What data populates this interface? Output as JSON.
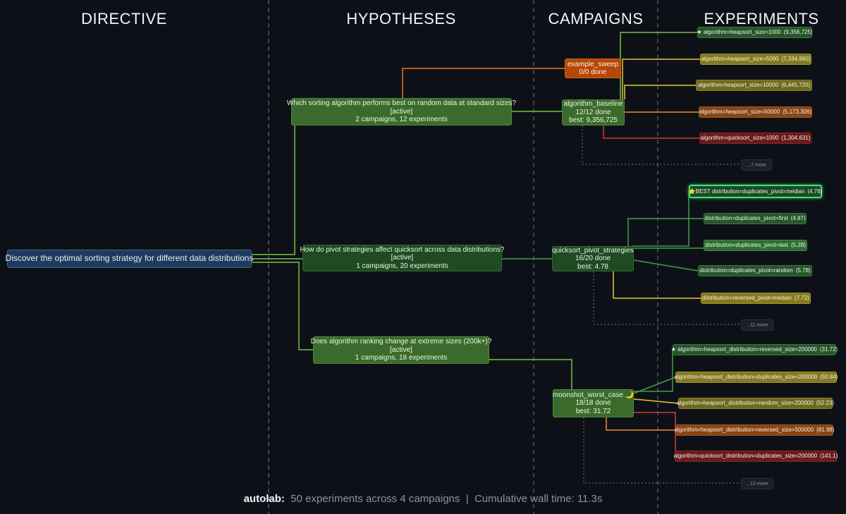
{
  "columns": [
    "DIRECTIVE",
    "HYPOTHESES",
    "CAMPAIGNS",
    "EXPERIMENTS"
  ],
  "directive": "Discover the optimal sorting strategy for different data distributions",
  "hypotheses": [
    {
      "question": "Which sorting algorithm performs best on random data at standard sizes?",
      "status": "[active]",
      "summary": "2 campaigns, 12 experiments"
    },
    {
      "question": "How do pivot strategies affect quicksort across data distributions?",
      "status": "[active]",
      "summary": "1 campaigns, 20 experiments"
    },
    {
      "question": "Does algorithm ranking change at extreme sizes (200k+)?",
      "status": "[active]",
      "summary": "1 campaigns, 18 experiments"
    }
  ],
  "campaigns": [
    {
      "name": "example_sweep",
      "progress": "0/0 done",
      "best": ""
    },
    {
      "name": "algorithm_baseline",
      "progress": "12/12 done",
      "best": "best: 9,356,725"
    },
    {
      "name": "quicksort_pivot_strategies",
      "progress": "16/20 done",
      "best": "best: 4.78"
    },
    {
      "name": "moonshot_worst_case 🌙",
      "progress": "18/18 done",
      "best": "best: 31.72"
    }
  ],
  "experiments": [
    {
      "label": "★ algorithm=heapsort_size=1000",
      "value": "(9,356,725)"
    },
    {
      "label": "algorithm=heapsort_size=5000",
      "value": "(7,334,960)"
    },
    {
      "label": "algorithm=heapsort_size=10000",
      "value": "(6,445,720)"
    },
    {
      "label": "algorithm=heapsort_size=50000",
      "value": "(5,173,306)"
    },
    {
      "label": "algorithm=quicksort_size=1000",
      "value": "(1,304,631)"
    },
    {
      "label": "⭐BEST distribution=duplicates_pivot=median",
      "value": "(4.78)"
    },
    {
      "label": "distribution=duplicates_pivot=first",
      "value": "(4.87)"
    },
    {
      "label": "distribution=duplicates_pivot=last",
      "value": "(5.28)"
    },
    {
      "label": "distribution=duplicates_pivot=random",
      "value": "(5.78)"
    },
    {
      "label": "distribution=reversed_pivot=median",
      "value": "(7.72)"
    },
    {
      "label": "★ algorithm=heapsort_distribution=reversed_size=200000",
      "value": "(31.72)"
    },
    {
      "label": "algorithm=heapsort_distribution=duplicates_size=200000",
      "value": "(50.84)"
    },
    {
      "label": "algorithm=heapsort_distribution=random_size=200000",
      "value": "(52.23)"
    },
    {
      "label": "algorithm=heapsort_distribution=reversed_size=500000",
      "value": "(81.98)"
    },
    {
      "label": "algorithm=quicksort_distribution=duplicates_size=200000",
      "value": "(141.1)"
    }
  ],
  "more": [
    "...7 more",
    "...11 more",
    "...13 more"
  ],
  "footer": {
    "brand": "autolab:",
    "text": "50 experiments across 4 campaigns  |  Cumulative wall time: 11.3s"
  }
}
